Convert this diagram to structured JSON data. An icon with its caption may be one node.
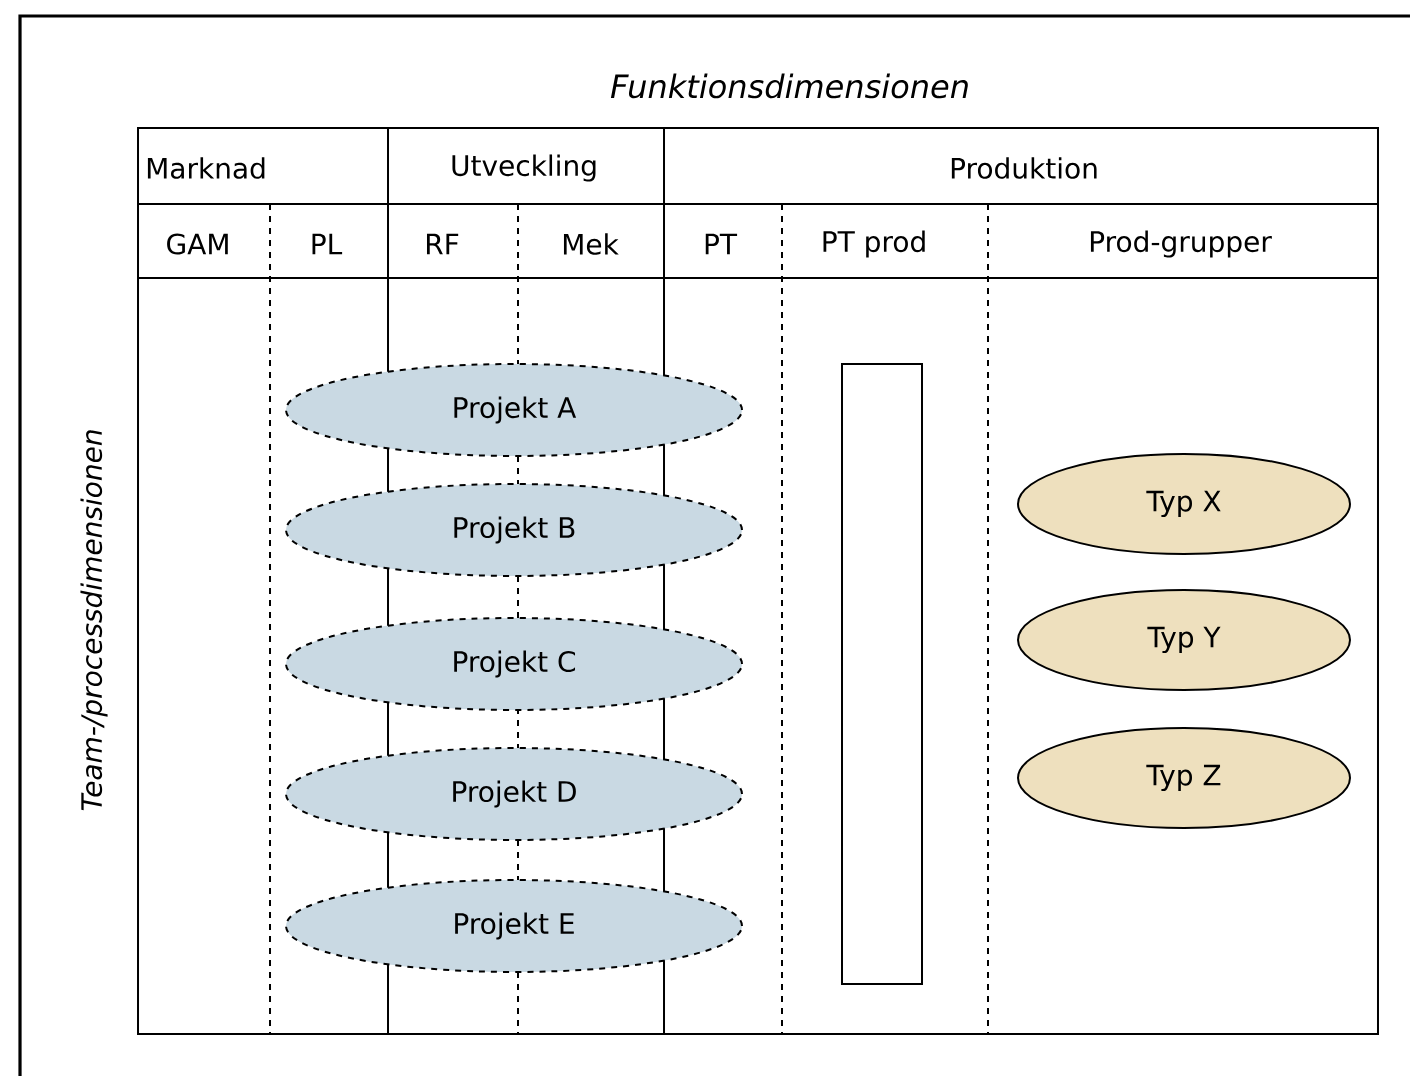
{
  "diagram": {
    "title": "Funktionsdimensionen",
    "nodes": [
      {
        "text": [
          "Projekt A"
        ]
      },
      {
        "text": [
          "Projekt B"
        ]
      },
      {
        "text": [
          "Projekt C"
        ]
      },
      {
        "text": [
          "Projekt D"
        ]
      },
      {
        "text": [
          "Projekt E"
        ]
      },
      {
        "text": [],
        "shape": "box"
      },
      {
        "text": [
          "Typ X"
        ]
      },
      {
        "text": [
          "Typ Y"
        ]
      },
      {
        "text": [
          "Typ Z"
        ]
      }
    ],
    "edges": [],
    "labels": [
      "Marknad",
      "Utveckling",
      "Produktion",
      "GAM",
      "PL",
      "RF",
      "Mek",
      "PT",
      "PT prod",
      "Prod-grupper",
      "Team-/processdimensionen"
    ]
  }
}
